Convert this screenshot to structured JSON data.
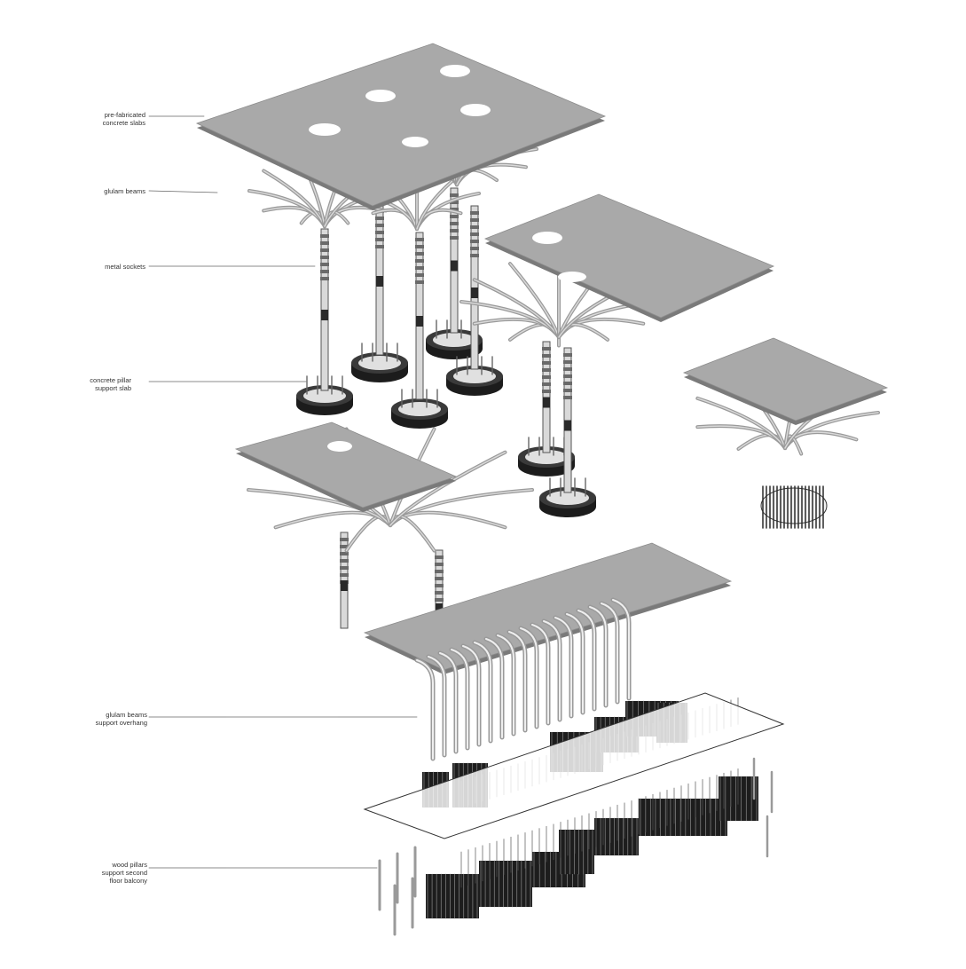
{
  "labels": [
    {
      "id": "label-precast-slabs",
      "lines": [
        "pre-fabricated",
        "concrete slabs"
      ]
    },
    {
      "id": "label-glulam-beams",
      "lines": [
        "glulam beams"
      ]
    },
    {
      "id": "label-metal-sockets",
      "lines": [
        "metal sockets"
      ]
    },
    {
      "id": "label-concrete-pillar-support",
      "lines": [
        "concrete pillar",
        "support slab"
      ]
    },
    {
      "id": "label-glulam-support-overhang",
      "lines": [
        "glulam beams",
        "support overhang"
      ]
    },
    {
      "id": "label-wood-pillars",
      "lines": [
        "wood pillars",
        "support second",
        "floor balcony"
      ]
    }
  ],
  "colors": {
    "slab": "#a9a9a9",
    "slab_edge": "#7a7a7a",
    "hole": "#ffffff",
    "beam": "#9a9a9a",
    "beam_light": "#d9d9d9",
    "base": "#1c1c1c",
    "line": "#555555",
    "floor_panel": "#ffffff"
  }
}
